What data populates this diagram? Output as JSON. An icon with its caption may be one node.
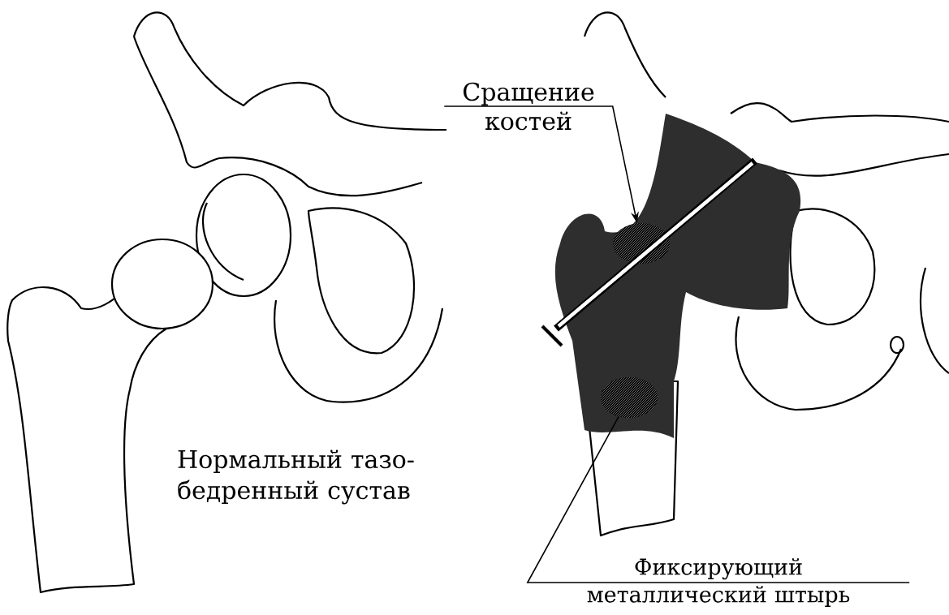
{
  "diagram": {
    "nodes": [
      {
        "text": [
          "Сращение костей"
        ]
      },
      {
        "text": [],
        "shape": "picture"
      },
      {
        "text": [
          "Фиксирующий металлический штырь"
        ]
      },
      {
        "text": [],
        "shape": "picture"
      }
    ],
    "edges": [
      {
        "from": 0,
        "to": 1,
        "arrow": "to"
      },
      {
        "from": 2,
        "to": 3,
        "arrow": "none"
      }
    ],
    "labels": [
      "Нормальный тазо-бедренный сустав"
    ]
  }
}
